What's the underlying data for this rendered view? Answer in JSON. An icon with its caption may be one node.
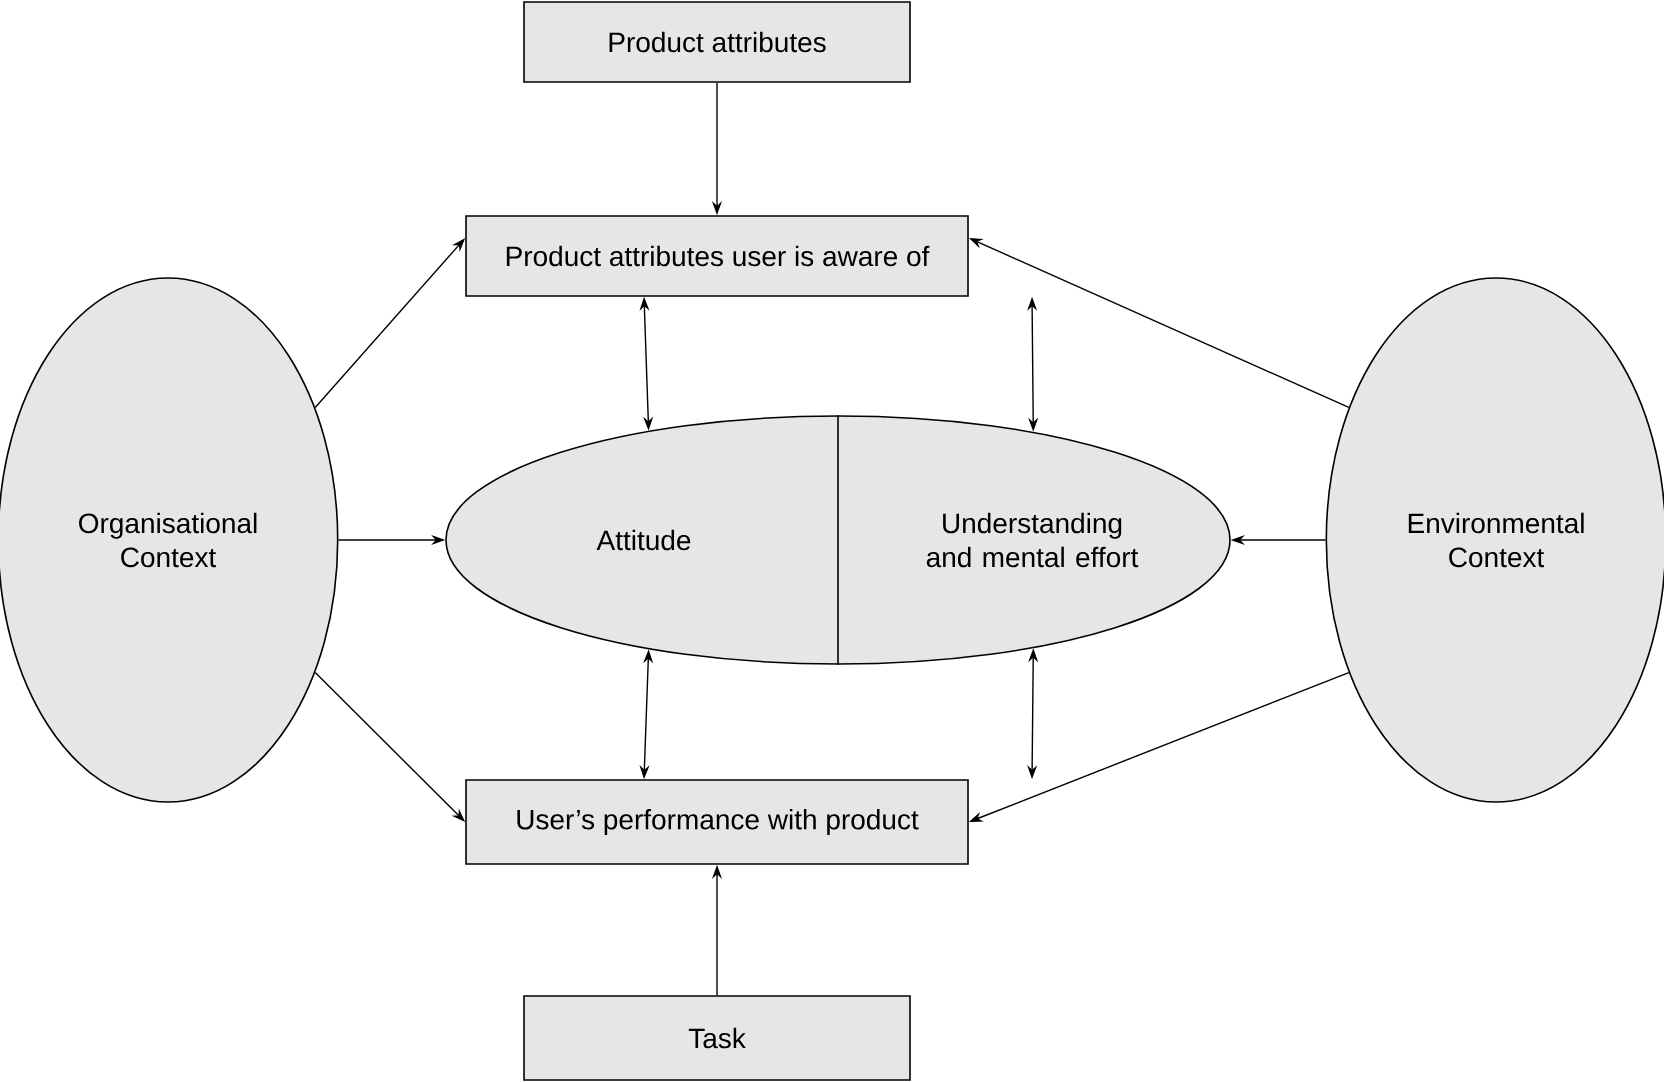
{
  "diagram": {
    "nodes": [
      {
        "text": [
          "Product attributes"
        ]
      },
      {
        "text": [
          "Product attributes user is aware of"
        ]
      },
      {
        "text": [
          "Organisational Context"
        ]
      },
      {
        "text": [
          "Attitude",
          "Understanding and mental effort"
        ]
      },
      {
        "text": [
          "Environmental Context"
        ]
      },
      {
        "text": [
          "User’s performance with product"
        ]
      },
      {
        "text": [
          "Task"
        ]
      }
    ],
    "edges": [
      {
        "from": 0,
        "to": 1,
        "arrow": "to"
      },
      {
        "from": 2,
        "to": 1,
        "arrow": "to"
      },
      {
        "from": 2,
        "to": 3,
        "arrow": "to"
      },
      {
        "from": 2,
        "to": 5,
        "arrow": "to"
      },
      {
        "from": 4,
        "to": 1,
        "arrow": "to"
      },
      {
        "from": 4,
        "to": 3,
        "arrow": "to"
      },
      {
        "from": 4,
        "to": 5,
        "arrow": "to"
      },
      {
        "from": 1,
        "to": 3,
        "arrow": "both"
      },
      {
        "from": 1,
        "to": 3,
        "arrow": "both"
      },
      {
        "from": 3,
        "to": 5,
        "arrow": "both"
      },
      {
        "from": 3,
        "to": 5,
        "arrow": "both"
      },
      {
        "from": 6,
        "to": 5,
        "arrow": "to"
      }
    ]
  }
}
